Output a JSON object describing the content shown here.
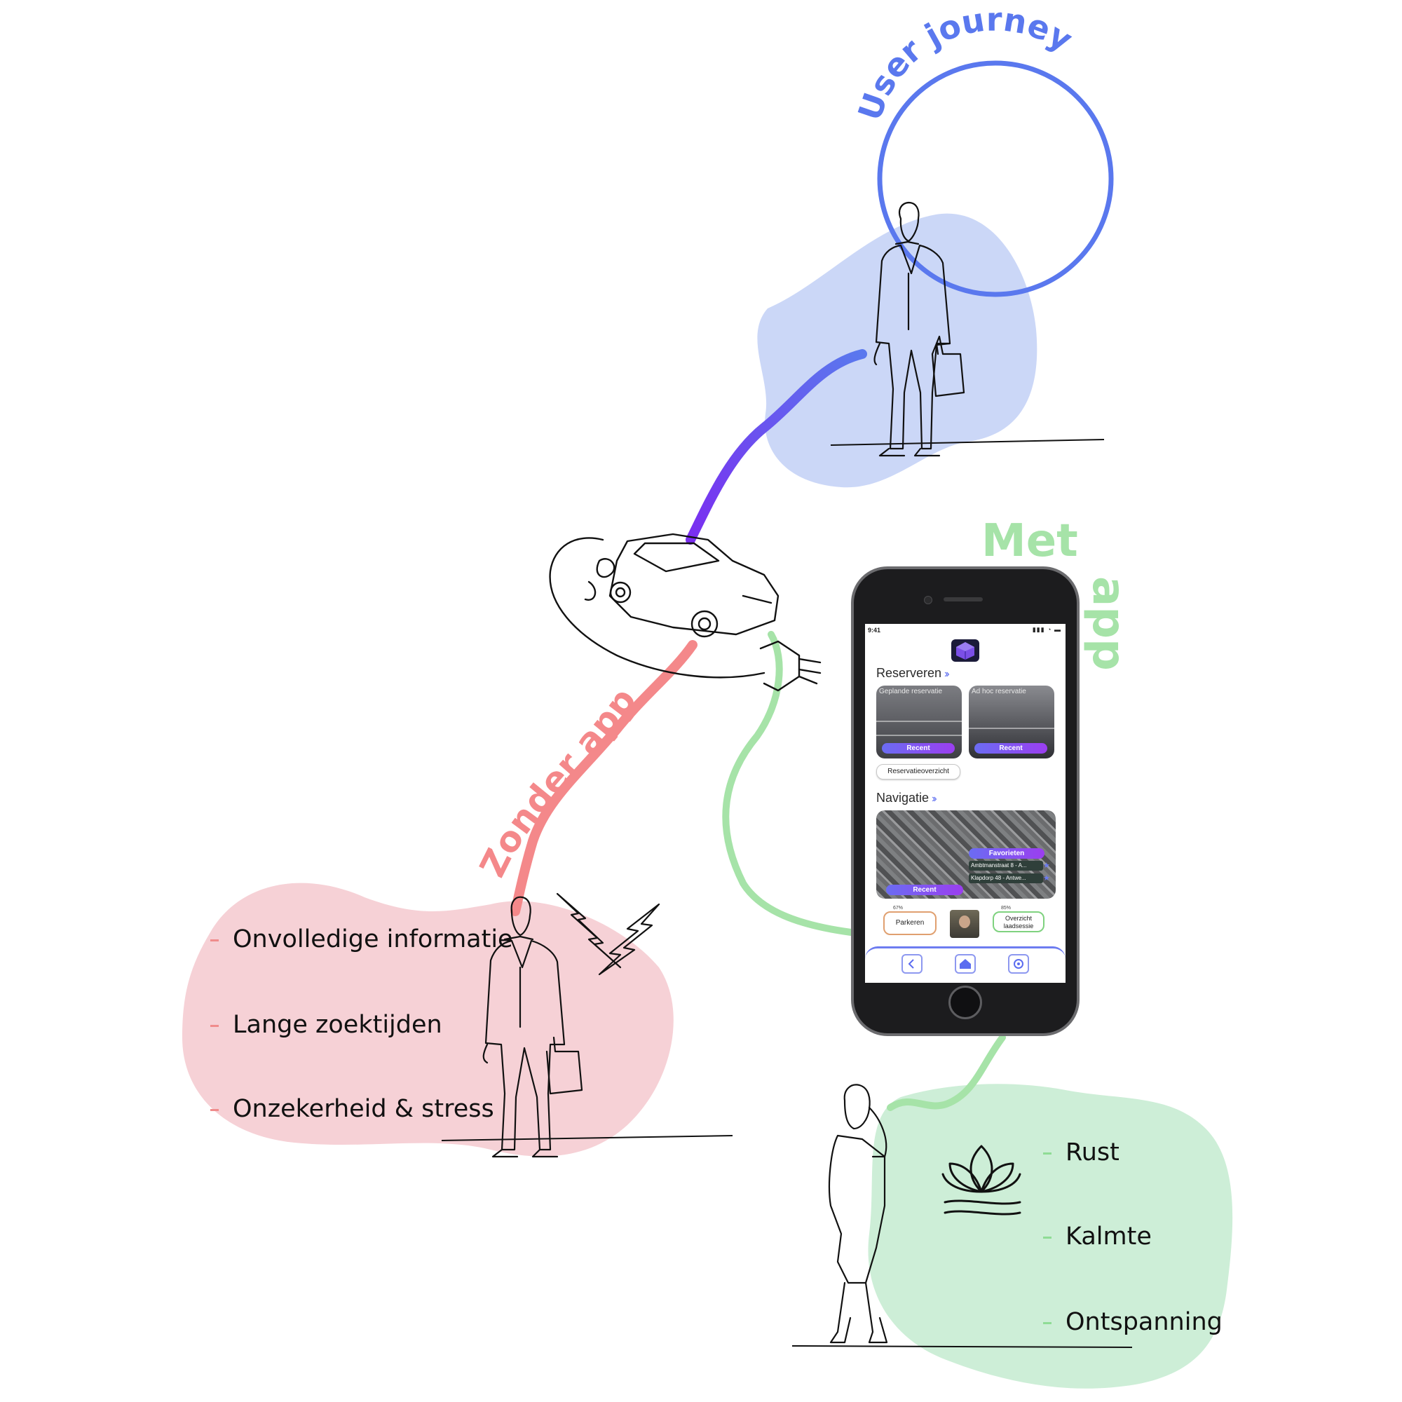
{
  "title": "User journey",
  "paths": {
    "without_app": {
      "label": "Zonder app",
      "color": "#f47a7a"
    },
    "with_app": {
      "label": "Met app",
      "label_word1": "Met",
      "label_word2": "app",
      "color": "#8fdc95"
    },
    "journey_color": "#5a78ee",
    "top_path_color": "#8a36f2"
  },
  "pain_points": {
    "items": [
      "Onvolledige informatie",
      "Lange zoektijden",
      "Onzekerheid & stress"
    ],
    "bullet_color": "#f08c8c",
    "blob_color": "#f6d1d6"
  },
  "benefits": {
    "items": [
      "Rust",
      "Kalmte",
      "Ontspanning"
    ],
    "bullet_color": "#8fdc95",
    "blob_color": "#cdeed7"
  },
  "start_blob_color": "#cbd7f7",
  "phone": {
    "status_time": "9:41",
    "status_icons": "▮▮▮ ◔ ▬",
    "reserveren": {
      "title": "Reserveren",
      "card1_label": "Geplande reservatie",
      "card2_label": "Ad hoc reservatie",
      "recent_label": "Recent",
      "overview_button": "Reservatieoverzicht"
    },
    "navigatie": {
      "title": "Navigatie",
      "recent_label": "Recent",
      "favorites_label": "Favorieten",
      "favorites": [
        "Ambtmanstraat 8 - A...",
        "Klapdorp 48 - Antwe..."
      ]
    },
    "bottom": {
      "parkeren_pct": "67%",
      "parkeren_label": "Parkeren",
      "overview_pct": "85%",
      "overview_label_1": "Overzicht",
      "overview_label_2": "laadsessie"
    },
    "accent": "#5b6cf0"
  }
}
